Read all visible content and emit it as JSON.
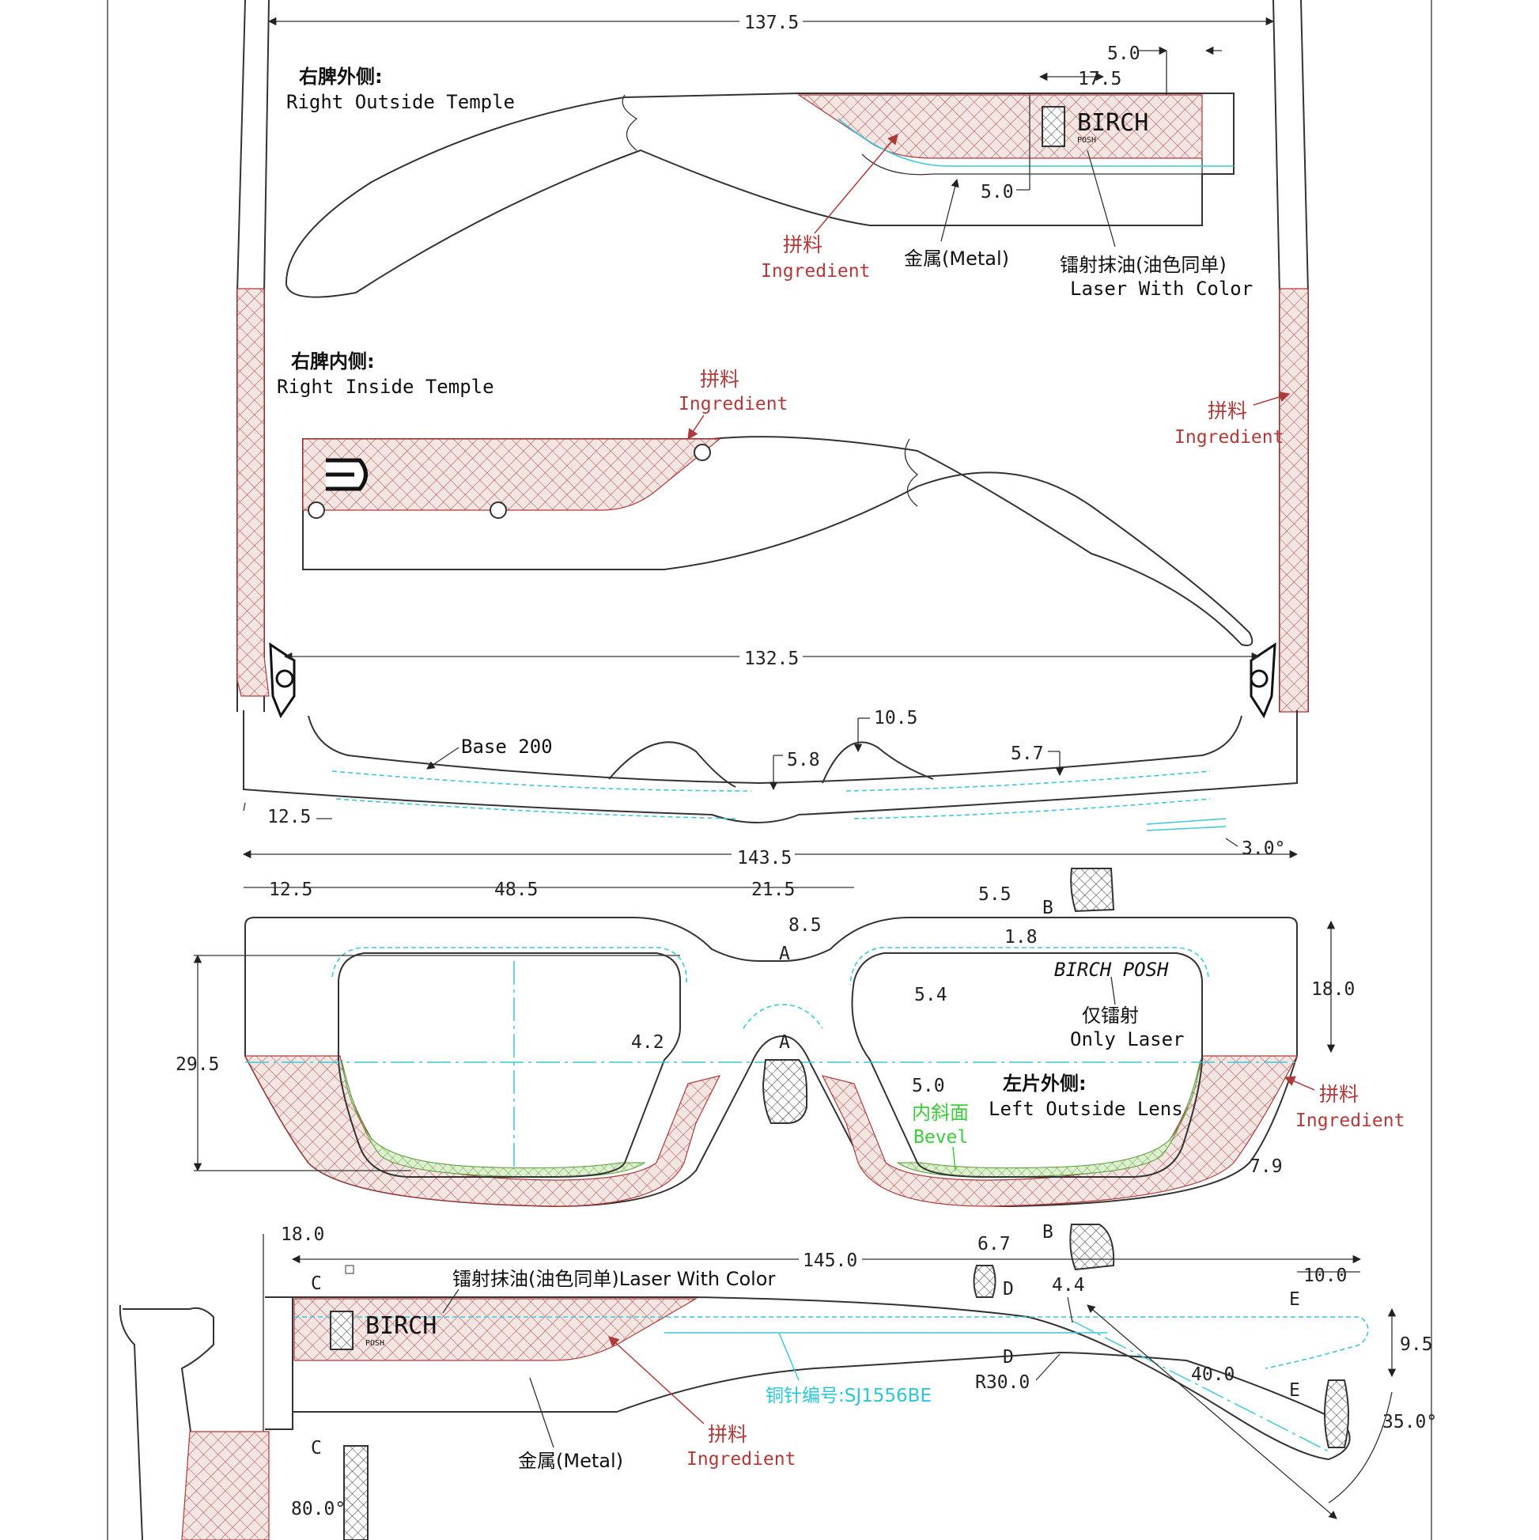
{
  "sections": {
    "right_outside_temple": {
      "title_cn": "右脾外侧:",
      "title_en": "Right Outside Temple"
    },
    "right_inside_temple": {
      "title_cn": "右脾内侧:",
      "title_en": "Right Inside Temple"
    },
    "left_outside_lens": {
      "title_cn": "左片外侧:",
      "title_en": "Left Outside Lens"
    }
  },
  "labels": {
    "ingredient_cn": "拼料",
    "ingredient_en": "Ingredient",
    "metal": "金属(Metal)",
    "laser_color_cn": "镭射抹油(油色同单)",
    "laser_color_en": "Laser With Color",
    "laser_color_full": "镭射抹油(油色同单)Laser With Color",
    "only_laser_cn": "仅镭射",
    "only_laser_en": "Only Laser",
    "bevel_cn": "内斜面",
    "bevel_en": "Bevel",
    "base": "Base 200",
    "brand": "BIRCH",
    "brand_sub": "POSH",
    "brand_full": "BIRCH POSH",
    "pin_code": "铜针编号:SJ1556BE",
    "radius": "R30.0"
  },
  "dimensions": {
    "d137": "137.5",
    "d5a": "5.0",
    "d175": "17.5",
    "d5b": "5.0",
    "d1325": "132.5",
    "d105": "10.5",
    "d58": "5.8",
    "d57": "5.7",
    "d125a": "12.5",
    "d1435": "143.5",
    "d30": "3.0°",
    "d125b": "12.5",
    "d485": "48.5",
    "d215": "21.5",
    "d55": "5.5",
    "d85": "8.5",
    "d18a": "1.8",
    "d180": "18.0",
    "d54": "5.4",
    "d42": "4.2",
    "d295": "29.5",
    "d50c": "5.0",
    "d79": "7.9",
    "d67": "6.7",
    "d180b": "18.0",
    "d1450": "145.0",
    "d44": "4.4",
    "d100": "10.0",
    "d95": "9.5",
    "d400": "40.0",
    "d350": "35.0°",
    "d800": "80.0°"
  },
  "section_marks": {
    "a": "A",
    "b": "B",
    "c": "C",
    "d": "D",
    "e": "E"
  }
}
